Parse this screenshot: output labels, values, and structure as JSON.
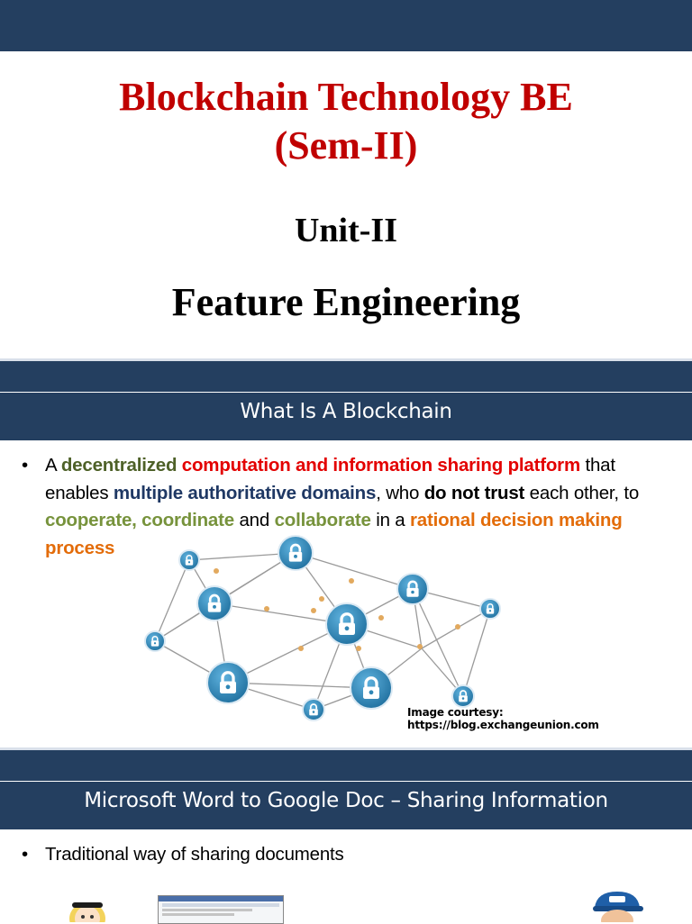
{
  "slide1": {
    "title_line1": "Blockchain Technology BE",
    "title_line2": "(Sem-II)",
    "unit": "Unit-II",
    "topic": "Feature Engineering"
  },
  "slide2": {
    "header": "What Is A Blockchain",
    "bullet_mark": "•",
    "bullet": {
      "p1": "A ",
      "p2": "decentralized",
      "p3": " ",
      "p4": "computation and information sharing platform",
      "p5": " that enables ",
      "p6": "multiple authoritative domains",
      "p7": ", who ",
      "p8": "do not trust",
      "p9": " each other, to ",
      "p10": "cooperate, coordinate",
      "p11": " and ",
      "p12": "collaborate",
      "p13": " in a ",
      "p14": "rational decision making process"
    },
    "image_courtesy": "Image courtesy: https://blog.exchangeunion.com",
    "network_icon": "padlock-node-icon"
  },
  "slide3": {
    "header": "Microsoft Word to Google Doc – Sharing Information",
    "bullet_mark": "•",
    "bullet": "Traditional way of sharing documents"
  },
  "colors": {
    "header_bar": "#243f60",
    "title_red": "#c00000",
    "node_blue": "#2f86b5"
  }
}
